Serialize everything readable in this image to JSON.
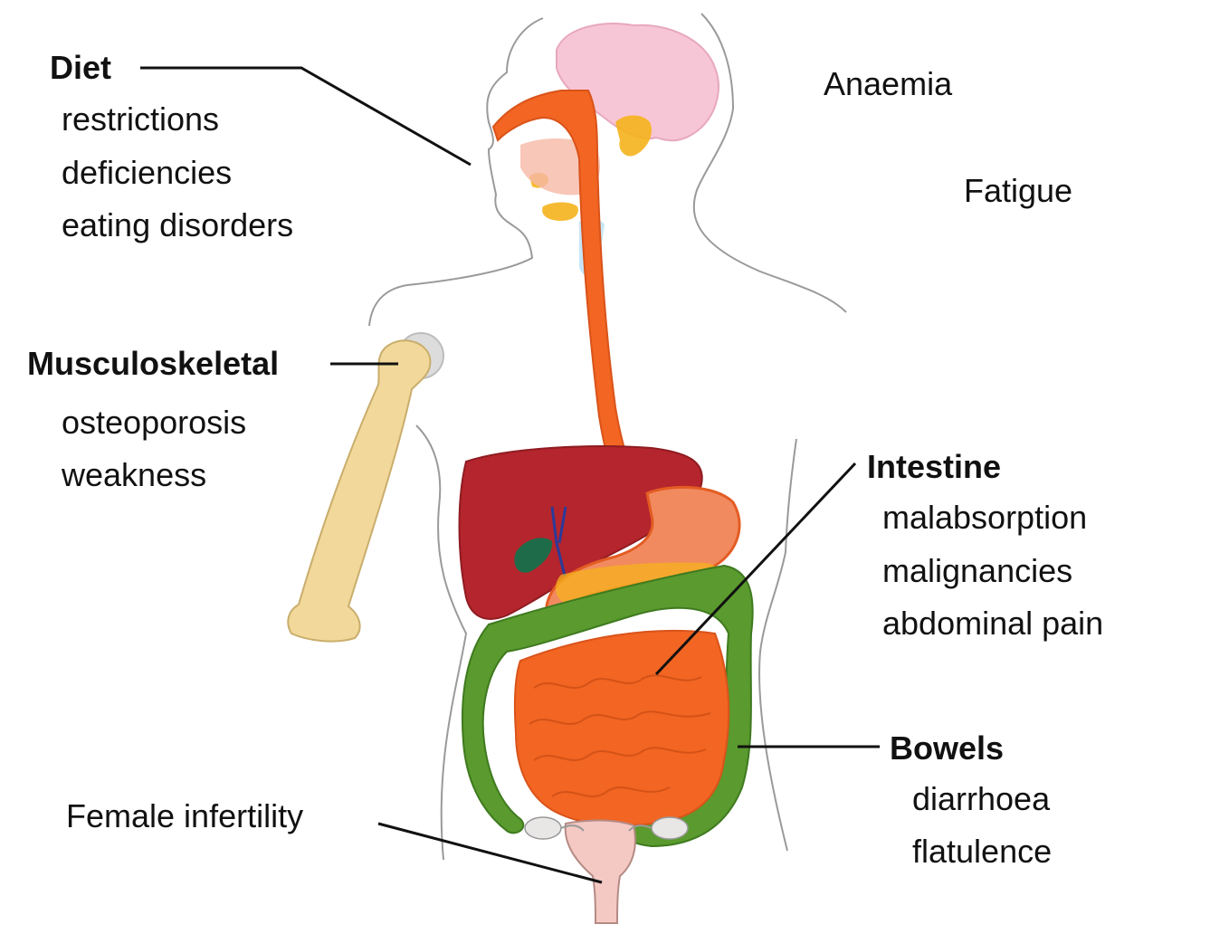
{
  "diet": {
    "heading": "Diet",
    "items": [
      "restrictions",
      "deficiencies",
      "eating disorders"
    ]
  },
  "musculoskeletal": {
    "heading": "Musculoskeletal",
    "items": [
      "osteoporosis",
      "weakness"
    ]
  },
  "intestine": {
    "heading": "Intestine",
    "items": [
      "malabsorption",
      "malignancies",
      "abdominal pain"
    ]
  },
  "bowels": {
    "heading": "Bowels",
    "items": [
      "diarrhoea",
      "flatulence"
    ]
  },
  "general": {
    "anaemia": "Anaemia",
    "fatigue": "Fatigue",
    "female_infertility": "Female infertility"
  },
  "colors": {
    "brain": "#f7c6d6",
    "digestive_tract": "#f26522",
    "liver": "#b5252d",
    "large_intestine": "#5a9a2e",
    "bone": "#f2d99b",
    "gland": "#f5b21c",
    "uterus": "#f4c9c4",
    "outline": "#999999"
  }
}
